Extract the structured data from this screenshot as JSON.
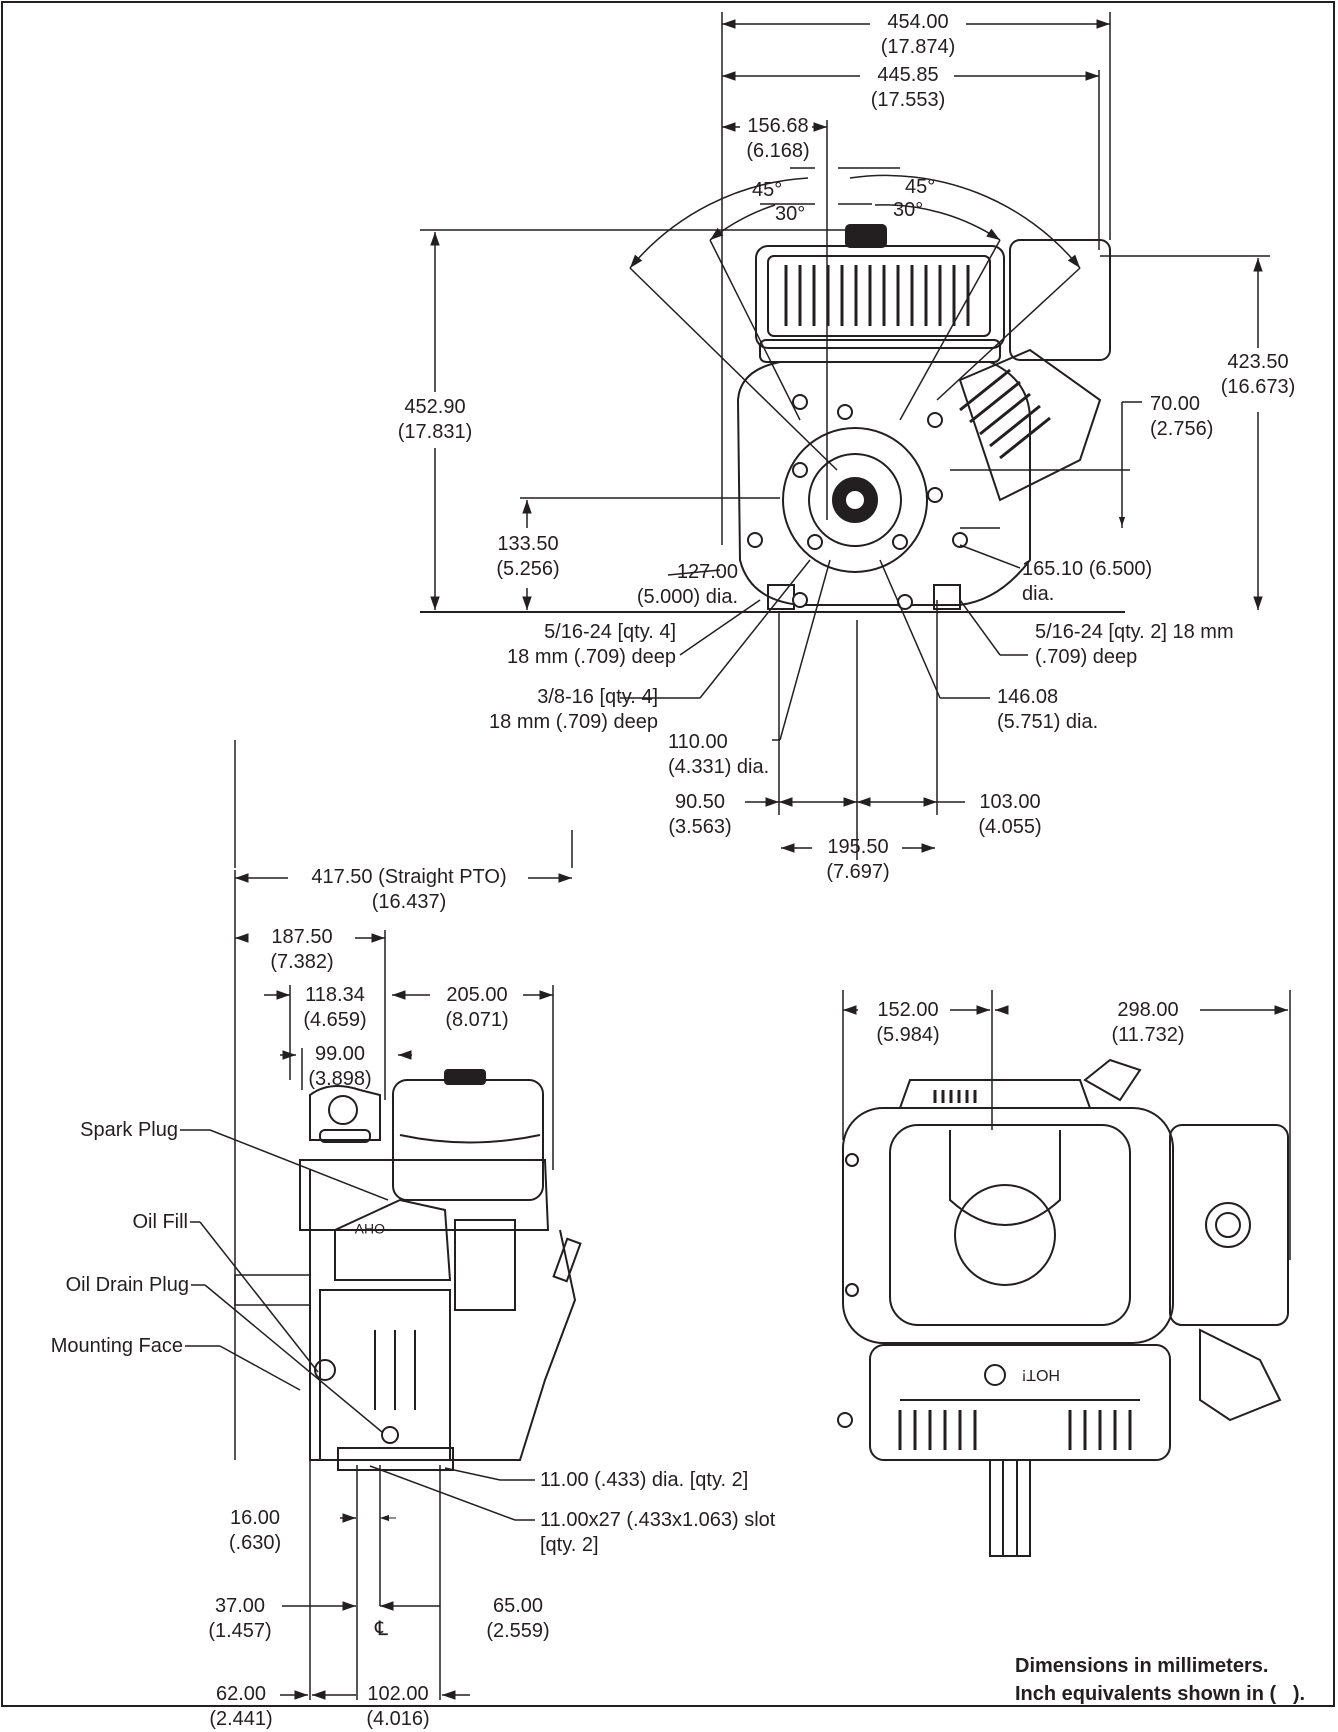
{
  "top_view": {
    "width_overall": {
      "mm": "454.00",
      "inch": "(17.874)"
    },
    "width_mount": {
      "mm": "445.85",
      "inch": "(17.553)"
    },
    "center_offset": {
      "mm": "156.68",
      "inch": "(6.168)"
    },
    "angle_left_45": "45°",
    "angle_right_45": "45°",
    "angle_left_30": "30°",
    "angle_right_30": "30°",
    "height_left": {
      "mm": "452.90",
      "inch": "(17.831)"
    },
    "height_right": {
      "mm": "423.50",
      "inch": "(16.673)"
    },
    "pto_height": {
      "mm": "133.50",
      "inch": "(5.256)"
    },
    "shaft_offset": {
      "mm": "70.00",
      "inch": "(2.756)"
    },
    "bolt_circle_127": {
      "mm": "127.00",
      "inch": "(5.000) dia."
    },
    "bolt_circle_165": {
      "line1": "165.10 (6.500)",
      "line2": "dia."
    },
    "thread_left": {
      "line1": "5/16-24 [qty. 4]",
      "line2": "18 mm (.709) deep"
    },
    "thread_right": {
      "line1": "5/16-24 [qty. 2] 18 mm",
      "line2": "(.709) deep"
    },
    "thread_38": {
      "line1": "3/8-16 [qty. 4]",
      "line2": "18 mm (.709) deep"
    },
    "bolt_circle_146": {
      "mm": "146.08",
      "inch": "(5.751) dia."
    },
    "bolt_circle_110": {
      "mm": "110.00",
      "inch": "(4.331) dia."
    },
    "base_left": {
      "mm": "90.50",
      "inch": "(3.563)"
    },
    "base_right": {
      "mm": "103.00",
      "inch": "(4.055)"
    },
    "base_span": {
      "mm": "195.50",
      "inch": "(7.697)"
    }
  },
  "side_view": {
    "length_pto": {
      "mm": "417.50 (Straight PTO)",
      "inch": "(16.437)"
    },
    "dim_187": {
      "mm": "187.50",
      "inch": "(7.382)"
    },
    "dim_118": {
      "mm": "118.34",
      "inch": "(4.659)"
    },
    "dim_205": {
      "mm": "205.00",
      "inch": "(8.071)"
    },
    "dim_99": {
      "mm": "99.00",
      "inch": "(3.898)"
    },
    "callout_spark_plug": "Spark Plug",
    "callout_oil_fill": "Oil Fill",
    "callout_oil_drain": "Oil Drain Plug",
    "callout_mounting_face": "Mounting Face",
    "hole_dia": "11.00 (.433) dia. [qty. 2]",
    "slot": {
      "line1": "11.00x27 (.433x1.063) slot",
      "line2": "[qty. 2]"
    },
    "dim_16": {
      "mm": "16.00",
      "inch": "(.630)"
    },
    "dim_37": {
      "mm": "37.00",
      "inch": "(1.457)"
    },
    "dim_65": {
      "mm": "65.00",
      "inch": "(2.559)"
    },
    "dim_62": {
      "mm": "62.00",
      "inch": "(2.441)"
    },
    "dim_102": {
      "mm": "102.00",
      "inch": "(4.016)"
    },
    "centerline_symbol": "℄",
    "valve_cover_text": "OHV"
  },
  "front_view": {
    "dim_152": {
      "mm": "152.00",
      "inch": "(5.984)"
    },
    "dim_298": {
      "mm": "298.00",
      "inch": "(11.732)"
    },
    "muffler_text": "HOT!"
  },
  "notes": {
    "line1": "Dimensions in millimeters.",
    "line2": "Inch equivalents shown in (   )."
  }
}
